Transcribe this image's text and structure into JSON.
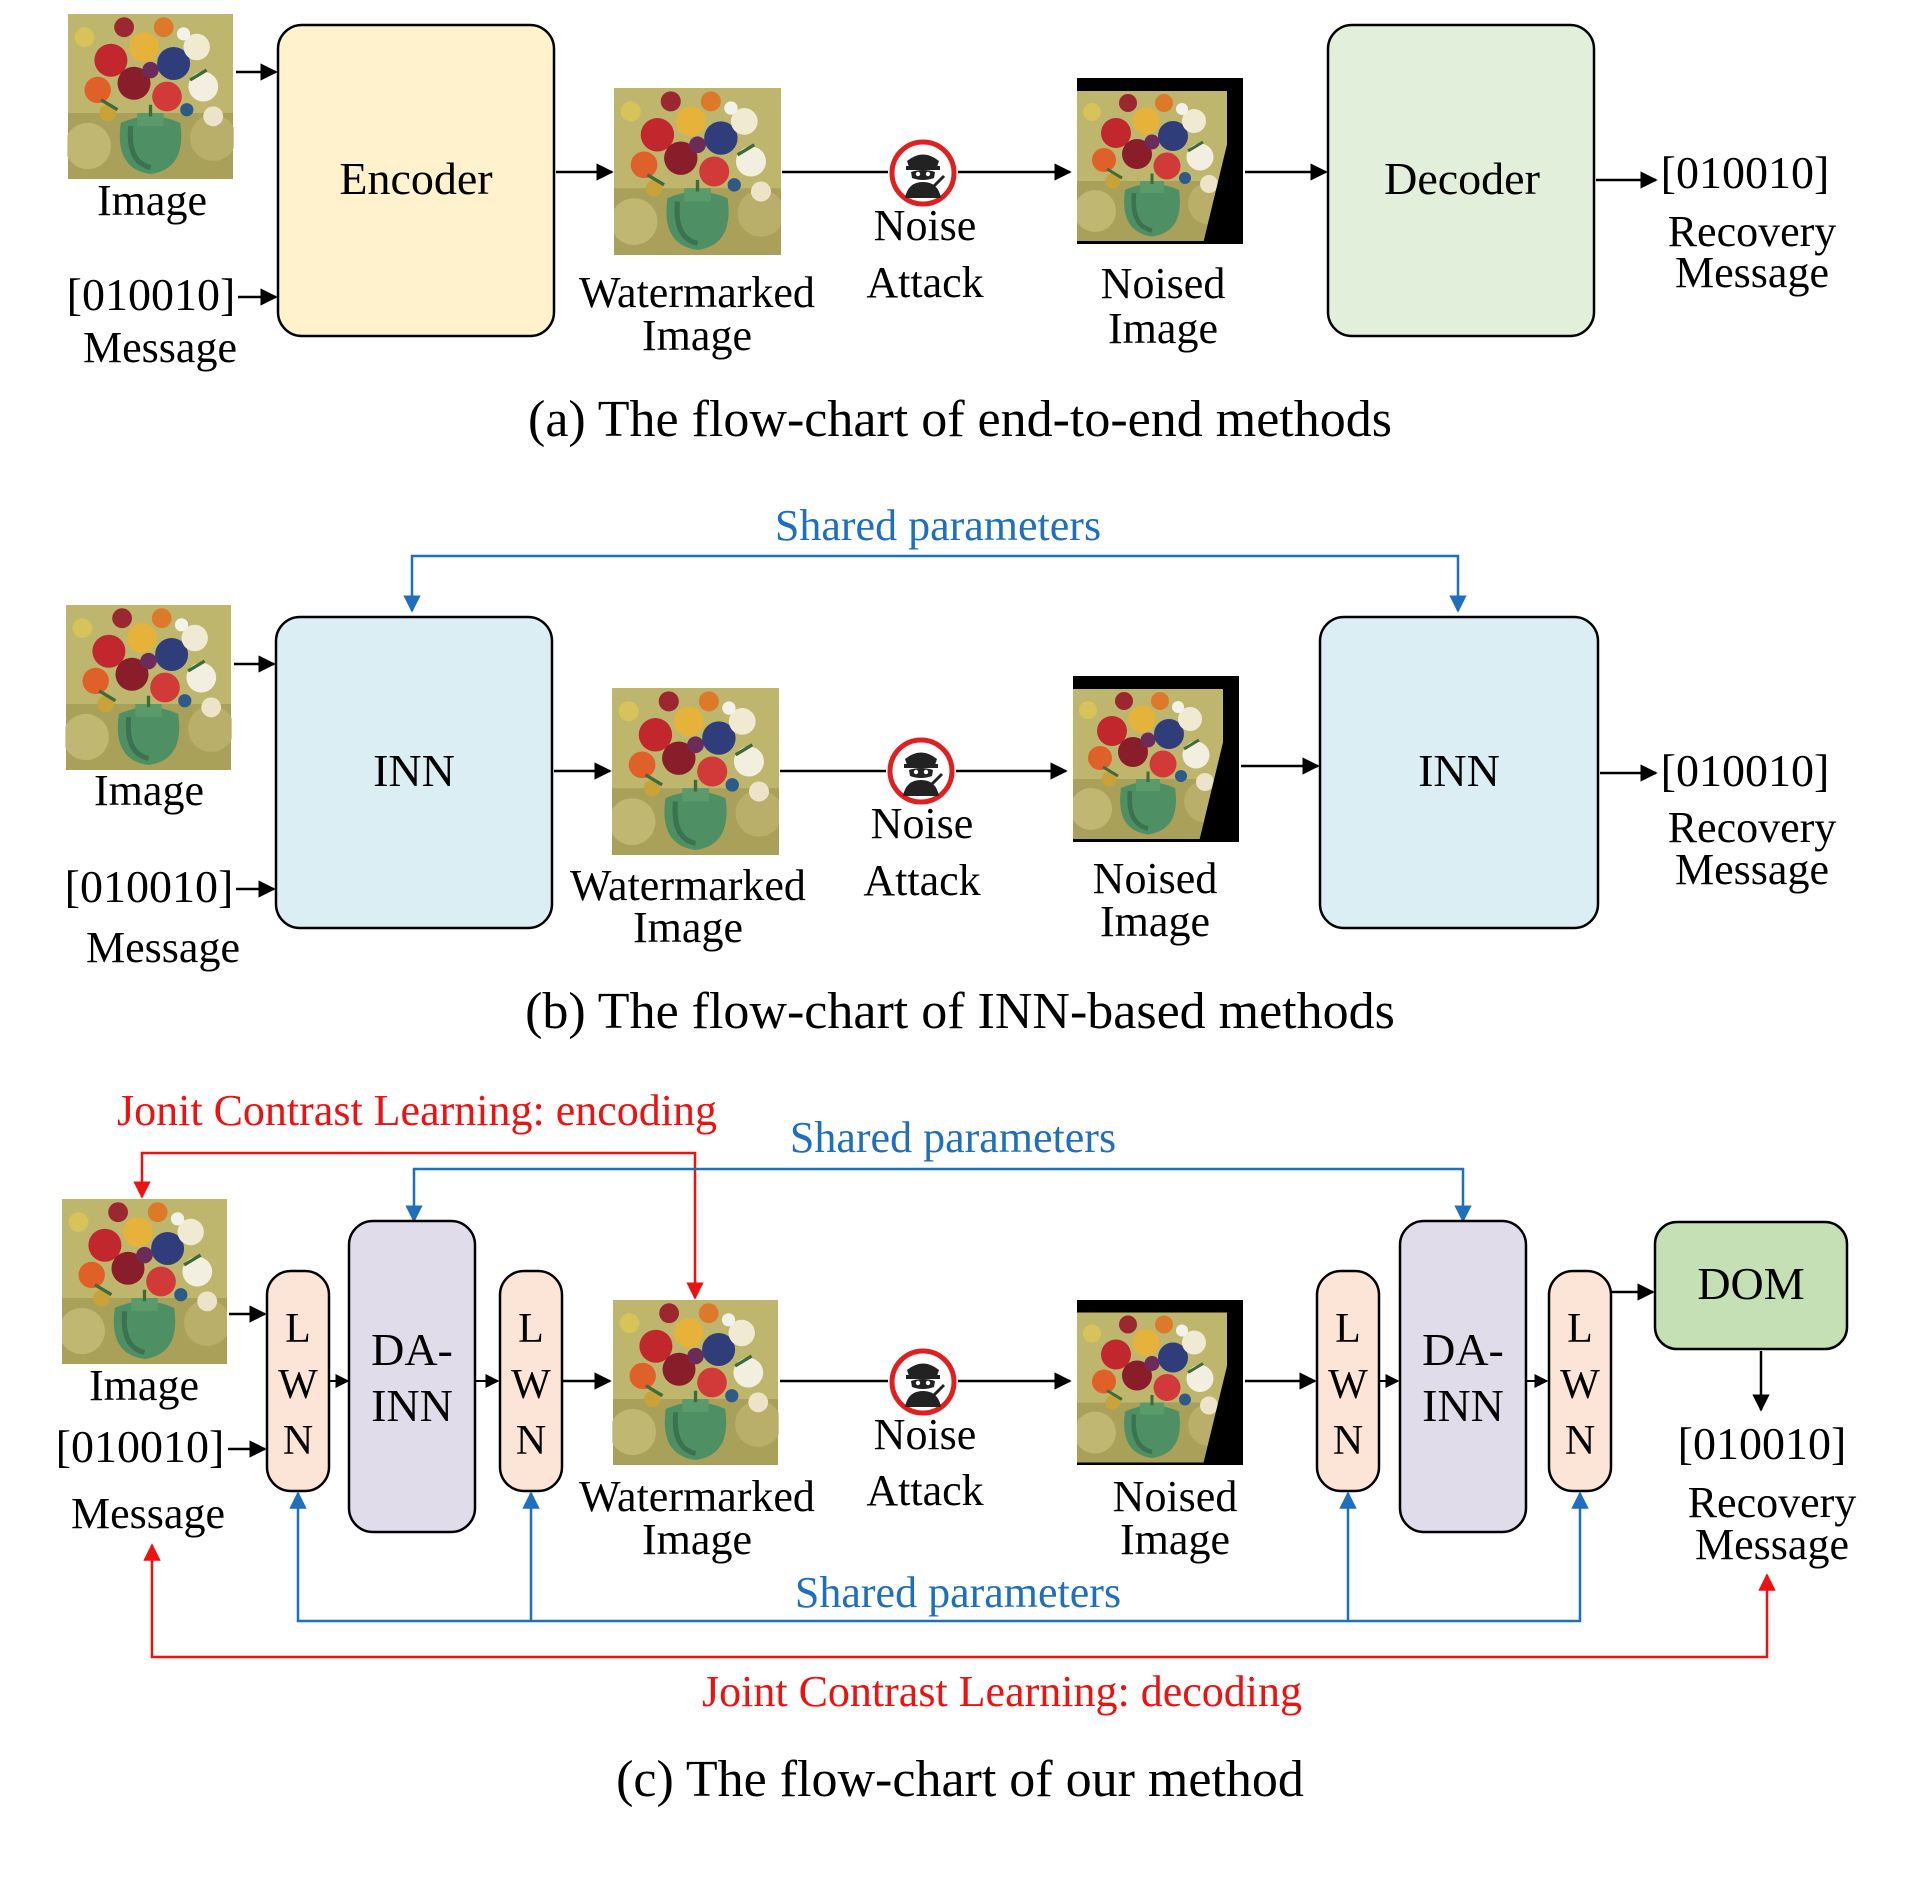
{
  "colors": {
    "encoder_fill": "#fff2cc",
    "decoder_fill": "#e2efda",
    "inn_fill": "#dbeef4",
    "lwn_fill": "#fce4d6",
    "dainn_fill": "#e1dcea",
    "dom_fill": "#c5e0b4",
    "shared_blue": "#1f6fbf",
    "contrast_red": "#ee1111",
    "noise_red": "#e02020"
  },
  "icons": {
    "noise_attack": "masked-attacker-icon",
    "image": "flower-vase-painting-thumbnail"
  },
  "panel_a": {
    "image_label": "Image",
    "message_bits": "[010010]",
    "message_label": "Message",
    "encoder_label": "Encoder",
    "watermarked_line1": "Watermarked",
    "watermarked_line2": "Image",
    "noise_line1": "Noise",
    "noise_line2": "Attack",
    "noised_line1": "Noised",
    "noised_line2": "Image",
    "decoder_label": "Decoder",
    "recovered_bits": "[010010]",
    "recovery_line1": "Recovery",
    "recovery_line2": "Message",
    "caption": "(a) The flow-chart of end-to-end methods"
  },
  "panel_b": {
    "shared_label": "Shared parameters",
    "image_label": "Image",
    "message_bits": "[010010]",
    "message_label": "Message",
    "inn1_label": "INN",
    "watermarked_line1": "Watermarked",
    "watermarked_line2": "Image",
    "noise_line1": "Noise",
    "noise_line2": "Attack",
    "noised_line1": "Noised",
    "noised_line2": "Image",
    "inn2_label": "INN",
    "recovered_bits": "[010010]",
    "recovery_line1": "Recovery",
    "recovery_line2": "Message",
    "caption": "(b) The flow-chart of INN-based methods"
  },
  "panel_c": {
    "contrast_encoding_label": "Jonit Contrast Learning: encoding",
    "shared_top_label": "Shared parameters",
    "image_label": "Image",
    "message_bits": "[010010]",
    "message_label": "Message",
    "lwn_letters": [
      "L",
      "W",
      "N"
    ],
    "dainn_line1": "DA-",
    "dainn_line2": "INN",
    "watermarked_line1": "Watermarked",
    "watermarked_line2": "Image",
    "noise_line1": "Noise",
    "noise_line2": "Attack",
    "noised_line1": "Noised",
    "noised_line2": "Image",
    "dom_label": "DOM",
    "recovered_bits": "[010010]",
    "recovery_line1": "Recovery",
    "recovery_line2": "Message",
    "shared_bottom_label": "Shared parameters",
    "contrast_decoding_label": "Joint Contrast Learning: decoding",
    "caption": "(c) The flow-chart of our  method"
  }
}
